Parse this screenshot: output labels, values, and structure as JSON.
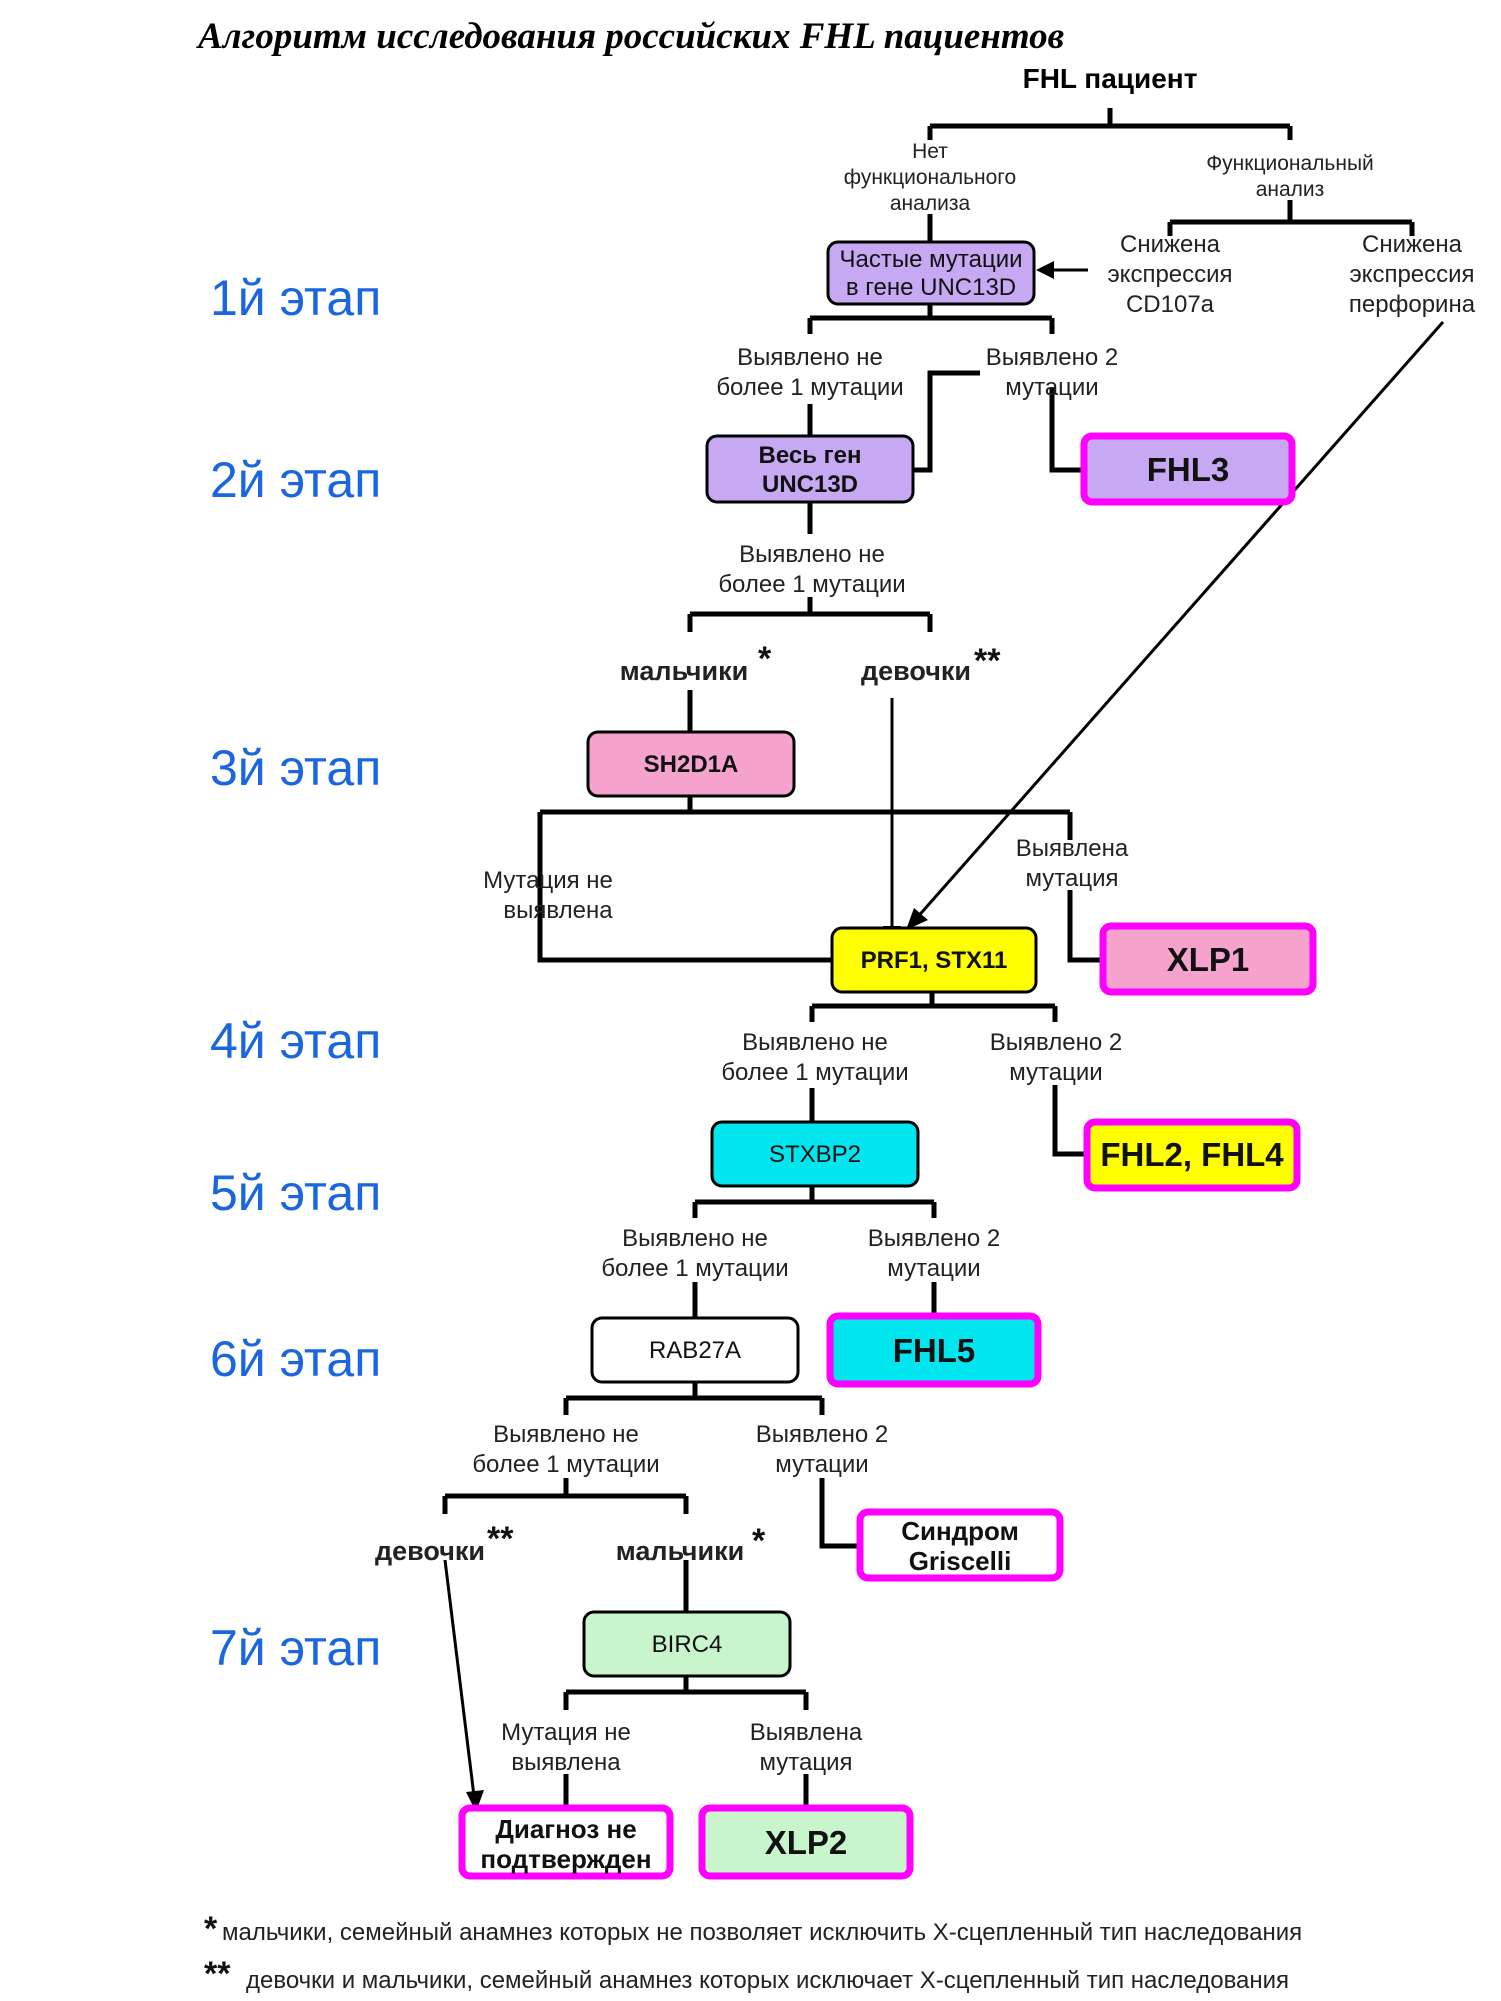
{
  "title": "Алгоритм исследования российских FHL пациентов",
  "root": "FHL пациент",
  "branches": {
    "no_functional": [
      "Нет",
      "функционального",
      "анализа"
    ],
    "functional": [
      "Функциональный",
      "анализ"
    ],
    "cd107a": [
      "Снижена",
      "экспрессия",
      "CD107a"
    ],
    "perforin": [
      "Снижена",
      "экспрессия",
      "перфорина"
    ]
  },
  "stages": [
    "1й этап",
    "2й этап",
    "3й этап",
    "4й этап",
    "5й этап",
    "6й этап",
    "7й этап"
  ],
  "steps": {
    "unc13d_common": [
      "Частые мутации",
      "в гене UNC13D"
    ],
    "unc13d_full": [
      "Весь ген",
      "UNC13D"
    ],
    "sh2d1a": "SH2D1A",
    "prf1_stx11": "PRF1, STX11",
    "stxbp2": "STXBP2",
    "rab27a": "RAB27A",
    "birc4": "BIRC4"
  },
  "outcomes": {
    "max_one": [
      "Выявлено не",
      "более 1 мутации"
    ],
    "two": [
      "Выявлено 2",
      "мутации"
    ],
    "found": [
      "Выявлена",
      "мутация"
    ],
    "not_found": [
      "Мутация не",
      "выявлена"
    ]
  },
  "results": {
    "fhl3": "FHL3",
    "xlp1": "XLP1",
    "fhl2_fhl4": "FHL2, FHL4",
    "fhl5": "FHL5",
    "griscelli": [
      "Синдром",
      "Griscelli"
    ],
    "not_confirmed": [
      "Диагноз не",
      "подтвержден"
    ],
    "xlp2": "XLP2"
  },
  "gender": {
    "boys": "мальчики",
    "girls": "девочки",
    "one_star": "*",
    "two_star": "**"
  },
  "footnotes": [
    {
      "mark": "*",
      "text": "мальчики, семейный анамнез которых не позволяет исключить Х-сцепленный тип наследования"
    },
    {
      "mark": "**",
      "text": "девочки и мальчики, семейный анамнез которых исключает Х-сцепленный тип наследования"
    }
  ],
  "colors": {
    "stage_label": "#1a66e0",
    "lavender": "#c7a8f2",
    "pink": "#f5a3cc",
    "yellow": "#ffff00",
    "cyan": "#00e5ee",
    "mint": "#c8f5cc",
    "white": "#ffffff",
    "magenta_border": "#ff00ff"
  }
}
